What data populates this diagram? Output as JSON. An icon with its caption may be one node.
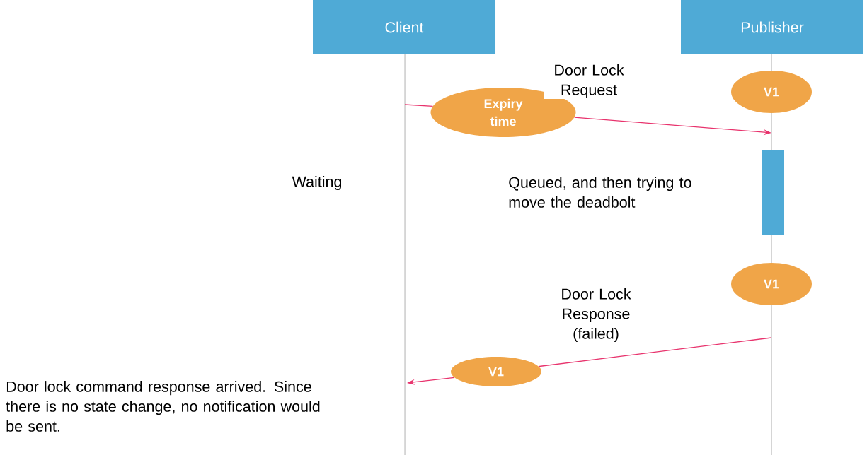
{
  "diagram": {
    "nodes": [
      {
        "text": [
          "Client"
        ]
      },
      {
        "text": [
          "Publisher"
        ]
      },
      {
        "text": [
          "V1"
        ]
      },
      {
        "text": [
          "Expiry time"
        ]
      },
      {
        "text": [],
        "shape": "bar"
      },
      {
        "text": [
          "V1"
        ]
      },
      {
        "text": [
          "V1"
        ]
      }
    ],
    "edges": [
      {
        "from": null,
        "to": 3,
        "arrow": "none"
      },
      {
        "from": 3,
        "to": null,
        "arrow": "to",
        "label": "Door Lock Request"
      },
      {
        "from": null,
        "to": 6,
        "arrow": "none",
        "label": "Door Lock Response (failed)"
      },
      {
        "from": 6,
        "to": null,
        "arrow": "to"
      }
    ],
    "labels": [
      "Waiting",
      "Queued, and then trying to move the deadbolt",
      "Door lock command response arrived. Since there is no state change, no notification would be sent."
    ]
  }
}
